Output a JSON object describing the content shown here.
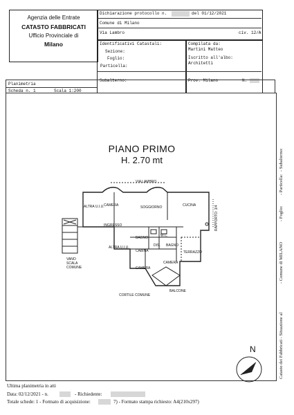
{
  "header": {
    "agency_line1": "Agenzia delle Entrate",
    "agency_line2": "CATASTO FABBRICATI",
    "agency_line3": "Ufficio Provinciale di",
    "agency_line4": "Milano",
    "dichiarazione_label": "Dichiarazione protocollo n.",
    "dichiarazione_date": "del 01/12/2021",
    "comune": "Comune di Milano",
    "via": "Via Lambro",
    "civico": "civ. 12/A",
    "identificativi_label": "Identificativi Catastali:",
    "sezione_label": "Sezione:",
    "foglio_label": "Foglio:",
    "particella_label": "Particella:",
    "subalterno_label": "Subalterno:",
    "compilata_label": "Compilata da:",
    "compilata_name": "Martini Matteo",
    "iscritto_label": "Iscritto all'albo:",
    "iscritto_value": "Architetti",
    "prov_label": "Prov. Milano",
    "n_label": "N.",
    "planimetria_label": "Planimetria",
    "scheda_label": "Scheda n. 1",
    "scala_label": "Scala 1:200"
  },
  "drawing": {
    "title": "PIANO PRIMO",
    "height": "H. 2.70 mt",
    "street_label": "VIA LAMBRO",
    "rooms": {
      "camera1": "CAMERA",
      "soggiorno": "SOGGIORNO",
      "cucina": "CUCINA",
      "ingresso": "INGRESSO",
      "bagno1": "BAGNO",
      "bagno2": "BAGNO",
      "wc": "W.C.",
      "disimpegno": "DIS.",
      "cabina": "CABINA",
      "camera2": "CAMERA",
      "camera3": "CAMERA",
      "terrazzo": "TERRAZZO",
      "balcone": "BALCONE"
    },
    "labels": {
      "altra_ui_1": "ALTRA U.I.U.",
      "altra_ui_2": "ALTRA U.I.U.",
      "vano_scala": "VANO\nSCALA\nCOMUNE",
      "cortile": "CORTILE COMUNE",
      "rapporto": "RAPPORTO: 3/4"
    },
    "north": "N"
  },
  "footer": {
    "line1": "Ultima planimetria in atti",
    "line2": "Data: 02/12/2021 - n. ",
    "line2b": "- Richiedente: ",
    "line3": "Totale schede: 1 - Formato di acquisizione: ",
    "line3b": "7) - Formato stampa richiesto: A4(210x297)"
  },
  "side": {
    "text1": "Catasto dei Fabbricati - Situazione al",
    "text2": "- Comune di MILANO",
    "text3": "- Foglio:",
    "text4": "- Particella:",
    "text5": "- Subalterno:"
  }
}
